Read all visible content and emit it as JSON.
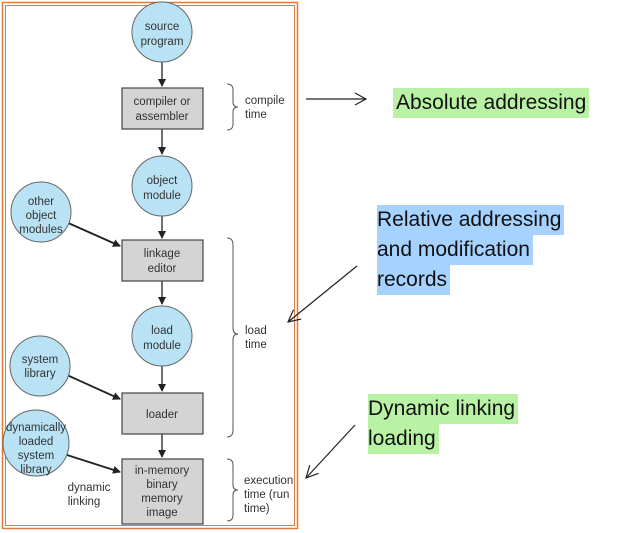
{
  "diagram": {
    "nodes": {
      "source_program": [
        "source",
        "program"
      ],
      "compiler": [
        "compiler or",
        "assembler"
      ],
      "object_module": [
        "object",
        "module"
      ],
      "other_modules": [
        "other",
        "object",
        "modules"
      ],
      "linkage_editor": [
        "linkage",
        "editor"
      ],
      "load_module": [
        "load",
        "module"
      ],
      "system_library": [
        "system",
        "library"
      ],
      "loader": [
        "loader"
      ],
      "dyn_library": [
        "dynamically",
        "loaded",
        "system",
        "library"
      ],
      "memory_image": [
        "in-memory",
        "binary",
        "memory",
        "image"
      ]
    },
    "edge_labels": {
      "dynamic_linking": [
        "dynamic",
        "linking"
      ]
    },
    "phases": {
      "compile_time": [
        "compile",
        "time"
      ],
      "load_time": [
        "load",
        "time"
      ],
      "execution_time": [
        "execution",
        "time (run",
        "time)"
      ]
    },
    "colors": {
      "circle_fill": "#b9e3f5",
      "box_fill": "#d4d4d4",
      "frame": "#e07b3f",
      "green_highlight": "#b9f2a5",
      "blue_highlight": "#a6d2ff"
    }
  },
  "callouts": {
    "absolute": "Absolute addressing",
    "relative": [
      "Relative addressing",
      "and modification",
      "records"
    ],
    "dynamic": [
      "Dynamic linking",
      "loading"
    ]
  }
}
